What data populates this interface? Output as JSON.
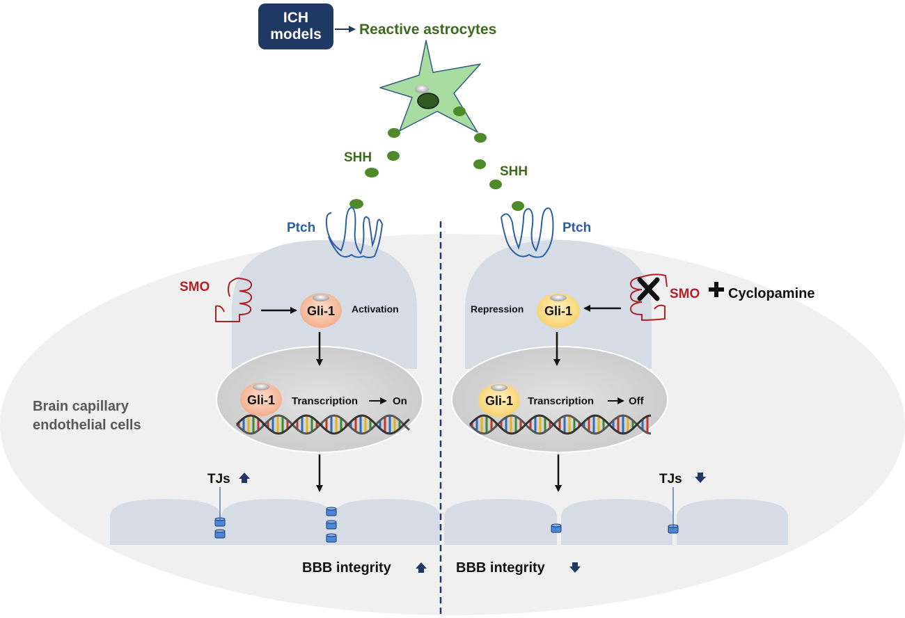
{
  "ich_box": {
    "line1": "ICH",
    "line2": "models"
  },
  "reactive_astrocytes": "Reactive astrocytes",
  "shh_left": "SHH",
  "shh_right": "SHH",
  "ptch_left": "Ptch",
  "ptch_right": "Ptch",
  "smo_left": "SMO",
  "smo_right": "SMO",
  "cyclopamine": "Cyclopamine",
  "gli_left_top": "Gli-1",
  "gli_left_nucleus": "Gli-1",
  "gli_right_top": "Gli-1",
  "gli_right_nucleus": "Gli-1",
  "activation": "Activation",
  "repression": "Repression",
  "transcription_left": "Transcription",
  "transcription_right": "Transcription",
  "on": "On",
  "off": "Off",
  "cell_label": {
    "line1": "Brain capillary",
    "line2": "endothelial cells"
  },
  "tjs_left": "TJs",
  "tjs_right": "TJs",
  "bbb_left": "BBB integrity",
  "bbb_right": "BBB integrity",
  "colors": {
    "dark_green": "#3d6b1e",
    "shh_dot": "#4f8a2a",
    "blue": "#2a5ea8",
    "red": "#b21f24",
    "navy": "#1f3864",
    "cell_fill": "#d5dce6",
    "nucleus_fill": "#d6d6d6",
    "gli_left": "#f5b999",
    "gli_right": "#fbdc82"
  }
}
